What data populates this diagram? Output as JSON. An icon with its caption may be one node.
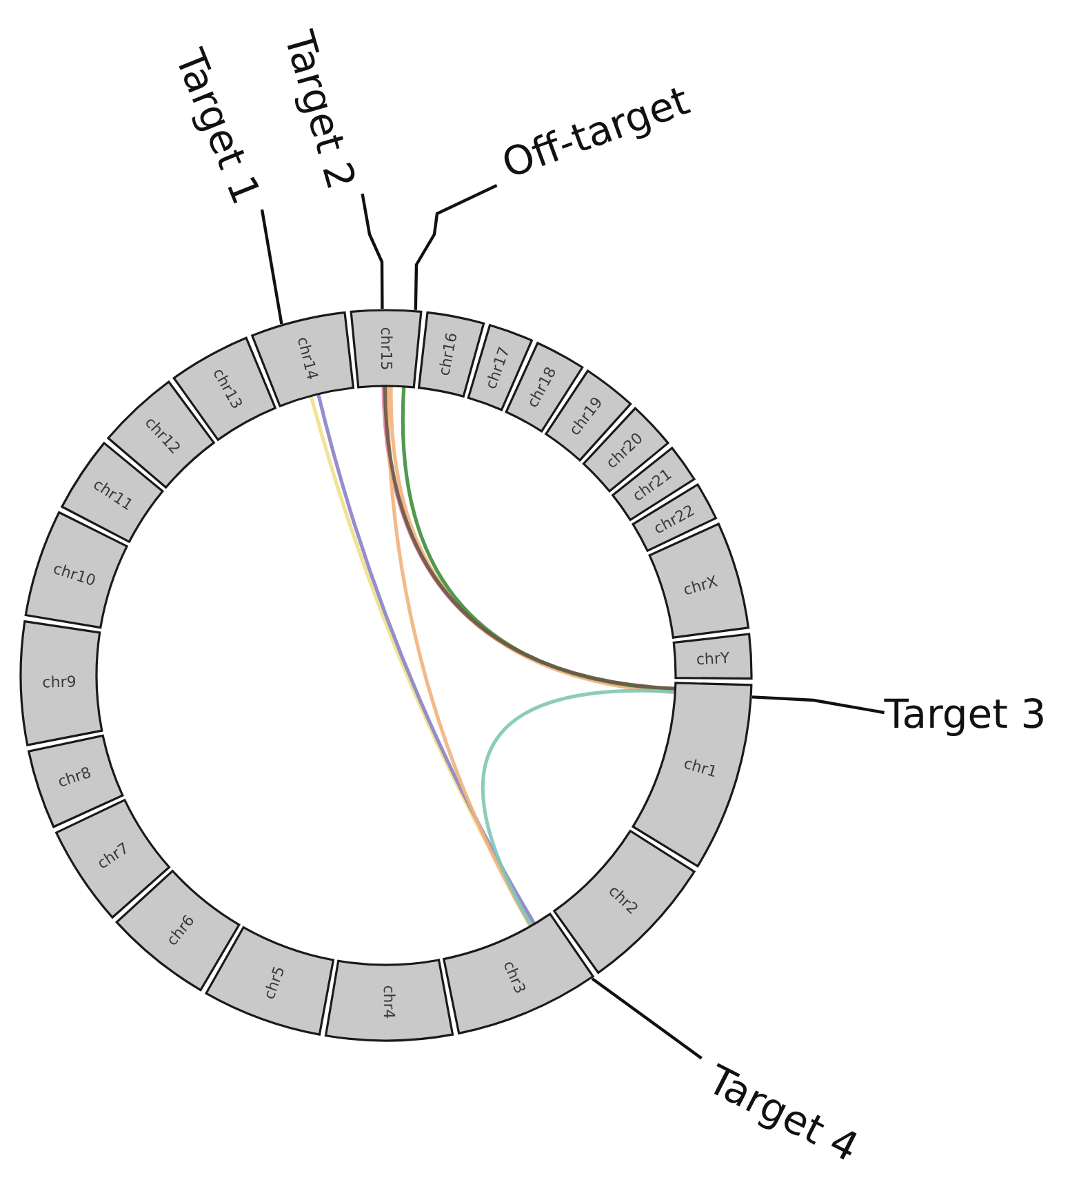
{
  "diagram": {
    "nodes": [
      {
        "text": [
          "chr1"
        ]
      },
      {
        "text": [
          "chr2"
        ]
      },
      {
        "text": [
          "chr3"
        ]
      },
      {
        "text": [
          "chr4"
        ]
      },
      {
        "text": [
          "chr5"
        ]
      },
      {
        "text": [
          "chr6"
        ]
      },
      {
        "text": [
          "chr7"
        ]
      },
      {
        "text": [
          "chr8"
        ]
      },
      {
        "text": [
          "chr9"
        ]
      },
      {
        "text": [
          "chr10"
        ]
      },
      {
        "text": [
          "chr11"
        ]
      },
      {
        "text": [
          "chr12"
        ]
      },
      {
        "text": [
          "chr13"
        ]
      },
      {
        "text": [
          "chr14"
        ]
      },
      {
        "text": [
          "chr15"
        ]
      },
      {
        "text": [
          "chr16"
        ]
      },
      {
        "text": [
          "chr17"
        ]
      },
      {
        "text": [
          "chr18"
        ]
      },
      {
        "text": [
          "chr19"
        ]
      },
      {
        "text": [
          "chr20"
        ]
      },
      {
        "text": [
          "chr21"
        ]
      },
      {
        "text": [
          "chr22"
        ]
      },
      {
        "text": [
          "chrX"
        ]
      },
      {
        "text": [
          "chrY"
        ]
      },
      {
        "text": [
          "Target 1"
        ]
      },
      {
        "text": [
          "Target 2"
        ]
      },
      {
        "text": [
          "Off-target"
        ]
      },
      {
        "text": [
          "Target 3"
        ]
      },
      {
        "text": [
          "Target 4"
        ]
      }
    ],
    "edges": [
      {
        "from": 13,
        "to": 2,
        "arrow": "none",
        "color": "#f0e08a"
      },
      {
        "from": 13,
        "to": 2,
        "arrow": "none",
        "color": "#8a82c8"
      },
      {
        "from": 14,
        "to": 0,
        "arrow": "none",
        "color": "#e58aa8"
      },
      {
        "from": 14,
        "to": 0,
        "arrow": "none",
        "color": "#f2b27c"
      },
      {
        "from": 14,
        "to": 0,
        "arrow": "none",
        "color": "#3e8e3a"
      },
      {
        "from": 14,
        "to": 2,
        "arrow": "none",
        "color": "#f2b27c"
      },
      {
        "from": 0,
        "to": 2,
        "arrow": "none",
        "color": "#7fc6b6"
      },
      {
        "from": 14,
        "to": 0,
        "arrow": "none",
        "color": "#6b5848"
      },
      {
        "from": 24,
        "to": 13,
        "arrow": "none"
      },
      {
        "from": 25,
        "to": 14,
        "arrow": "none"
      },
      {
        "from": 26,
        "to": 14,
        "arrow": "none"
      },
      {
        "from": 27,
        "to": 0,
        "arrow": "none"
      },
      {
        "from": 28,
        "to": 2,
        "arrow": "none"
      }
    ]
  }
}
